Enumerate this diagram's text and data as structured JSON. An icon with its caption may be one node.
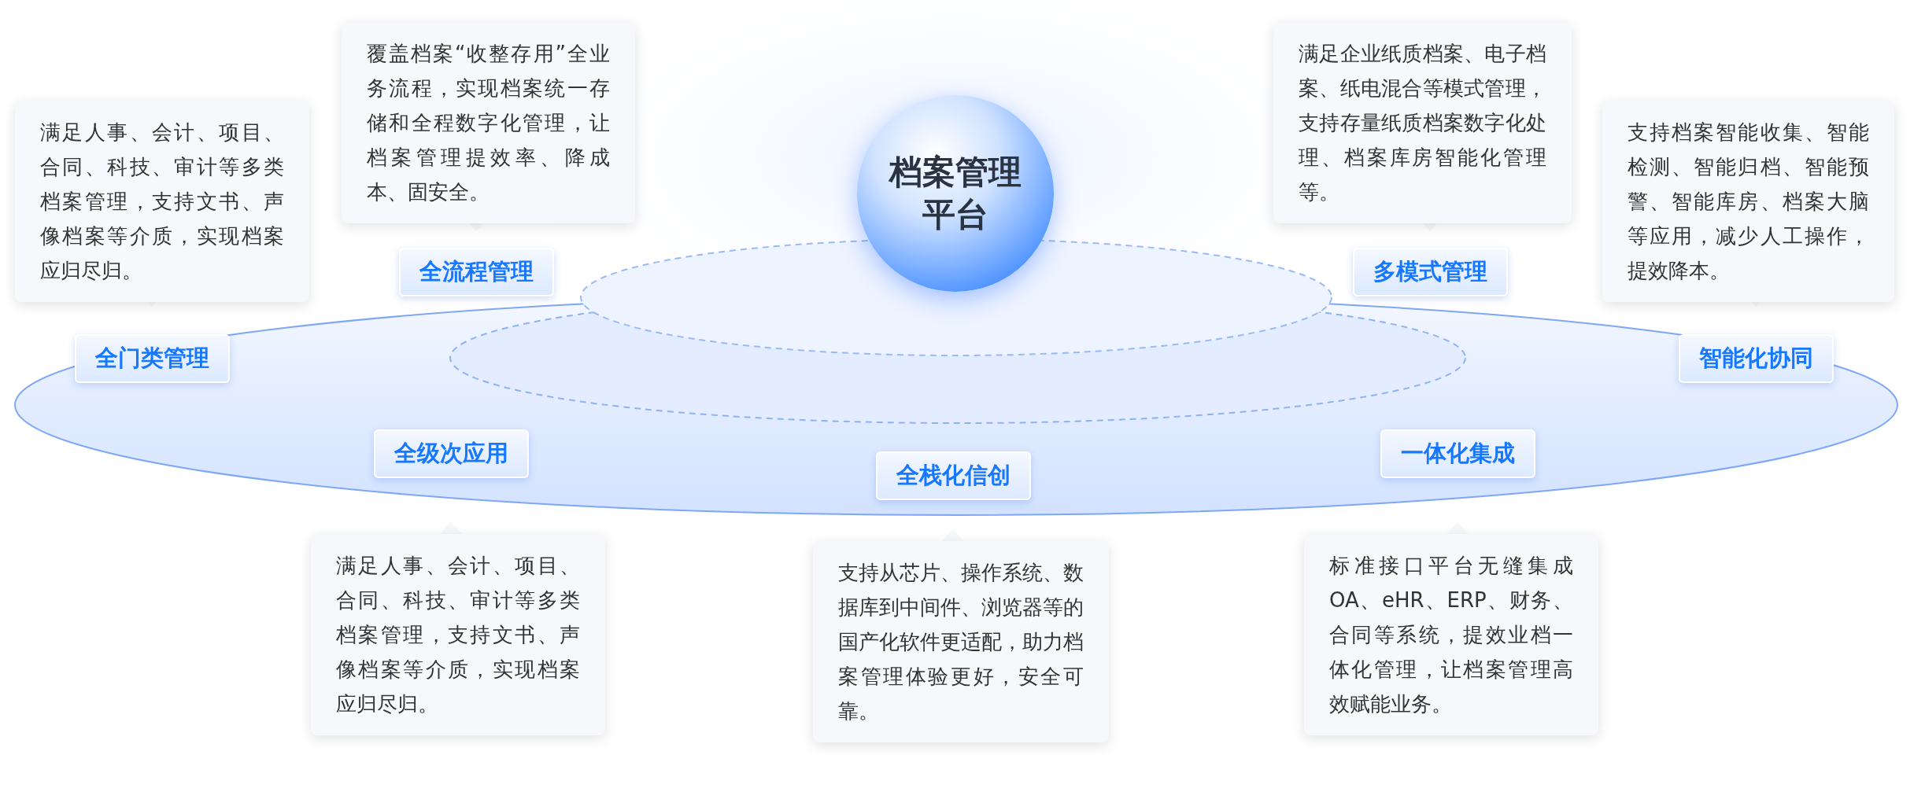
{
  "diagram": {
    "nodes": [
      {
        "text": [
          "档案管理平台"
        ]
      },
      {
        "text": [
          "全流程管理"
        ],
        "beside": [
          "覆盖档案“收整存用”全业务流程，实现档案统一存储和全程数字化管理，让档案管理提效率、降成本、固安全。"
        ]
      },
      {
        "text": [
          "多模式管理"
        ],
        "beside": [
          "满足企业纸质档案、电子档案、纸电混合等模式管理，支持存量纸质档案数字化处理、档案库房智能化管理等。"
        ]
      },
      {
        "text": [
          "全门类管理"
        ],
        "beside": [
          "满足人事、会计、项目、合同、科技、审计等多类档案管理，支持文书、声像档案等介质，实现档案应归尽归。"
        ]
      },
      {
        "text": [
          "智能化协同"
        ],
        "beside": [
          "支持档案智能收集、智能检测、智能归档、智能预警、智能库房、档案大脑等应用，减少人工操作，提效降本。"
        ]
      },
      {
        "text": [
          "全级次应用"
        ],
        "beside": [
          "满足人事、会计、项目、合同、科技、审计等多类档案管理，支持文书、声像档案等介质，实现档案应归尽归。"
        ]
      },
      {
        "text": [
          "全栈化信创"
        ],
        "beside": [
          "支持从芯片、操作系统、数据库到中间件、浏览器等的国产化软件更适配，助力档案管理体验更好，安全可靠。"
        ]
      },
      {
        "text": [
          "一体化集成"
        ],
        "beside": [
          "标准接口平台无缝集成OA、eHR、ERP、财务、合同等系统，提效业档一体化管理，让档案管理高效赋能业务。"
        ]
      }
    ]
  }
}
